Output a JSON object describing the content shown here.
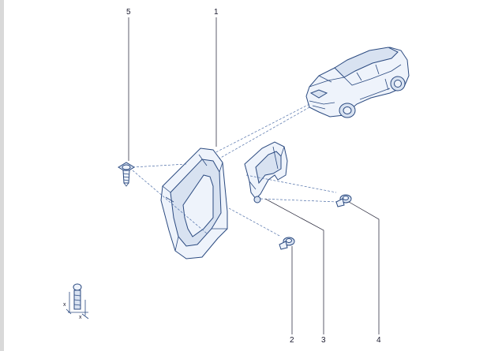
{
  "callouts": [
    {
      "id": "part-1",
      "label": "1"
    },
    {
      "id": "part-2",
      "label": "2"
    },
    {
      "id": "part-3",
      "label": "3"
    },
    {
      "id": "part-4",
      "label": "4"
    },
    {
      "id": "part-5",
      "label": "5"
    }
  ],
  "legend_marks": {
    "x_top": "x",
    "x_bottom": "x"
  },
  "colors": {
    "ink": "#2b4a80",
    "fill": "#eef3fb",
    "dash": "#4f6fa8"
  },
  "icons": [
    "car-icon",
    "screw-icon",
    "clip-icon",
    "torque-legend-icon"
  ]
}
